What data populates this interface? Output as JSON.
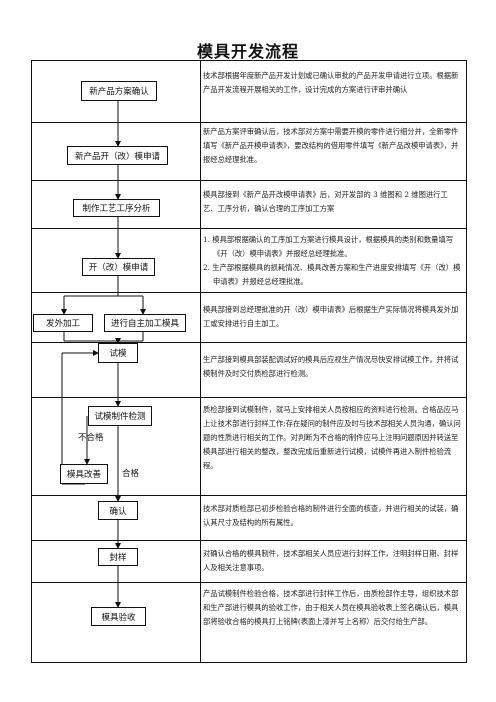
{
  "title": "模具开发流程",
  "steps": [
    {
      "box": "新产品方案确认",
      "desc": "技术部根据年度新产品开发计划或已确认审批的产品开发申请进行立项。根据新产品开发流程开展相关的工作，设计完成的方案进行评审并确认"
    },
    {
      "box": "新产品开（改）模申请",
      "desc": "新产品方案评审确认后，技术部对方案中需要开模的零件进行细分并，全新零件填写《新产品开模申请表》，要改结构的借用零件填写《新产品改模申请表》，并报经总经理批准。"
    },
    {
      "box": "制作工艺工序分析",
      "desc": "模具部接到《新产品开改模申请表》后，对开发部的 3 维图和 2 维图进行工艺、工序分析，确认合理的工序加工方案"
    },
    {
      "box": "开（改）模申请",
      "desc_items": [
        "1.  模具部根据确认的工序加工方案进行模具设计，根据模具的类别和数量填写《开（改）模申请表》并报经总经理批准。",
        "2.  生产部根据模具的损耗情况、模具改善方案和生产进度安排填写《开（改）模申请表》并报经总经理批准。"
      ]
    },
    {
      "box_left": "发外加工",
      "box_right": "进行自主加工模具",
      "desc": "模具部接到总经理批准的开（改）模申请表》后根据生产实际情况将模具发外加工或安排进行自主加工。"
    },
    {
      "box": "试模",
      "desc": "生产部接到模具部装配调试好的模具后应视生产情况尽快安排试模工作，并将试模制件及时交付质检部进行检测。"
    },
    {
      "box": "试模制件检测",
      "box2": "模具改善",
      "label_fail": "不合格",
      "label_pass": "合格",
      "desc": "质检部接到试模制件，就马上安排相关人员按相应的资料进行检测。合格品应马上让技术部进行封样工作;存在疑问的制件应及时与技术部相关人员沟通，确认问题的性质进行相关的工作。对判断为不合格的制件应马上注明问题原因并转送至模具部进行相关的整改，整改完成后重新进行试模，试模件再进入制件检验流程。"
    },
    {
      "box": "确认",
      "desc": "技术部对质检部已初步检验合格的制件进行全面的核查，并进行相关的试装，确认其尺寸及结构的所有属性。"
    },
    {
      "box": "封样",
      "desc": "对确认合格的模具制件，技术部相关人员应进行封样工作，注明封样日期、封样人及相关注意事项。"
    },
    {
      "box": "模具验收",
      "desc": "产品试模制件检验合格，技术部进行封样工作后，由质检部作主导，组织技术部和生产部进行模具的验收工作，由于相关人员在模具验收表上签名确认后，模具部将验收合格的模具打上铭牌(表面上漆并写上名称）后交付给生产部。"
    }
  ]
}
